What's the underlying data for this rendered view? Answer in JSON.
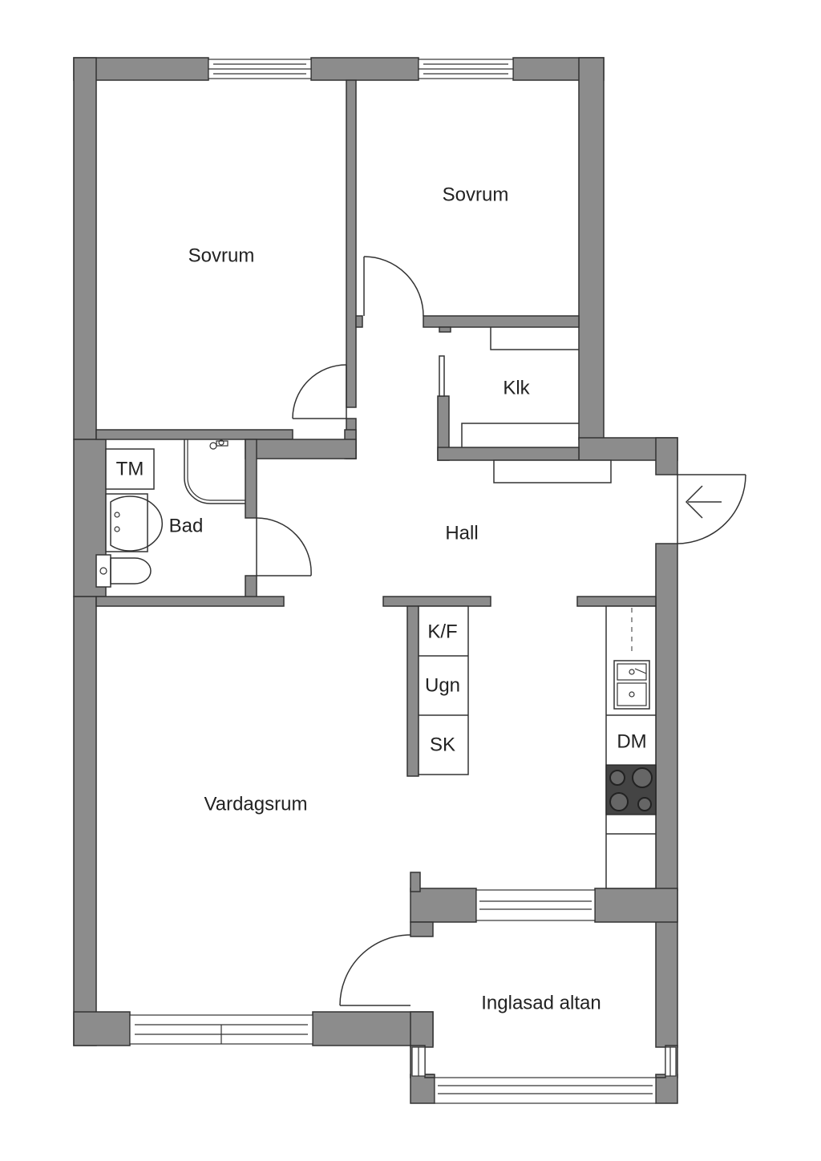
{
  "rooms": {
    "bedroom_left": "Sovrum",
    "bedroom_right": "Sovrum",
    "closet": "Klk",
    "hall": "Hall",
    "bathroom": "Bad",
    "living_room": "Vardagsrum",
    "glazed_balcony": "Inglasad altan"
  },
  "fixtures": {
    "washing_machine": "TM",
    "fridge_freezer": "K/F",
    "oven": "Ugn",
    "tall_cabinet": "SK",
    "dishwasher": "DM"
  },
  "colors": {
    "wall": "#8c8c8c",
    "line": "#333333",
    "hob": "#444444"
  },
  "icons": [
    "entrance-arrow-icon",
    "sink-icon",
    "toilet-icon",
    "shower-icon",
    "hob-icon",
    "kitchen-sink-icon"
  ]
}
